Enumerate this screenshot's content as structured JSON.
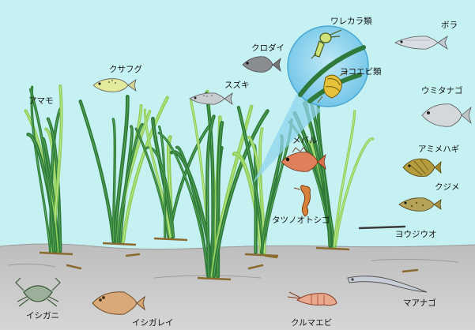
{
  "colors": {
    "water": "#c6f1f3",
    "seabed": "#cfcfcf",
    "seagrass_dark": "#2f7a3a",
    "seagrass_light": "#8fcf5a",
    "zoom_circle": "#8fd4ee"
  },
  "labels": {
    "amamo": "アマモ",
    "kusafugu": "クサフグ",
    "kurodai": "クロダイ",
    "suzuki": "スズキ",
    "warekara": "ワレカラ類",
    "yokoebi": "ヨコエビ類",
    "bora": "ボラ",
    "umitanago": "ウミタナゴ",
    "mebaru": "メバル",
    "amimehagi": "アミメハギ",
    "kujime": "クジメ",
    "tatsunootoshigo": "タツノオトシゴ",
    "youjiuo": "ヨウジウオ",
    "ishigani": "イシガニ",
    "ishigarei": "イシガレイ",
    "kurumaebi": "クルマエビ",
    "maanago": "マアナゴ"
  }
}
